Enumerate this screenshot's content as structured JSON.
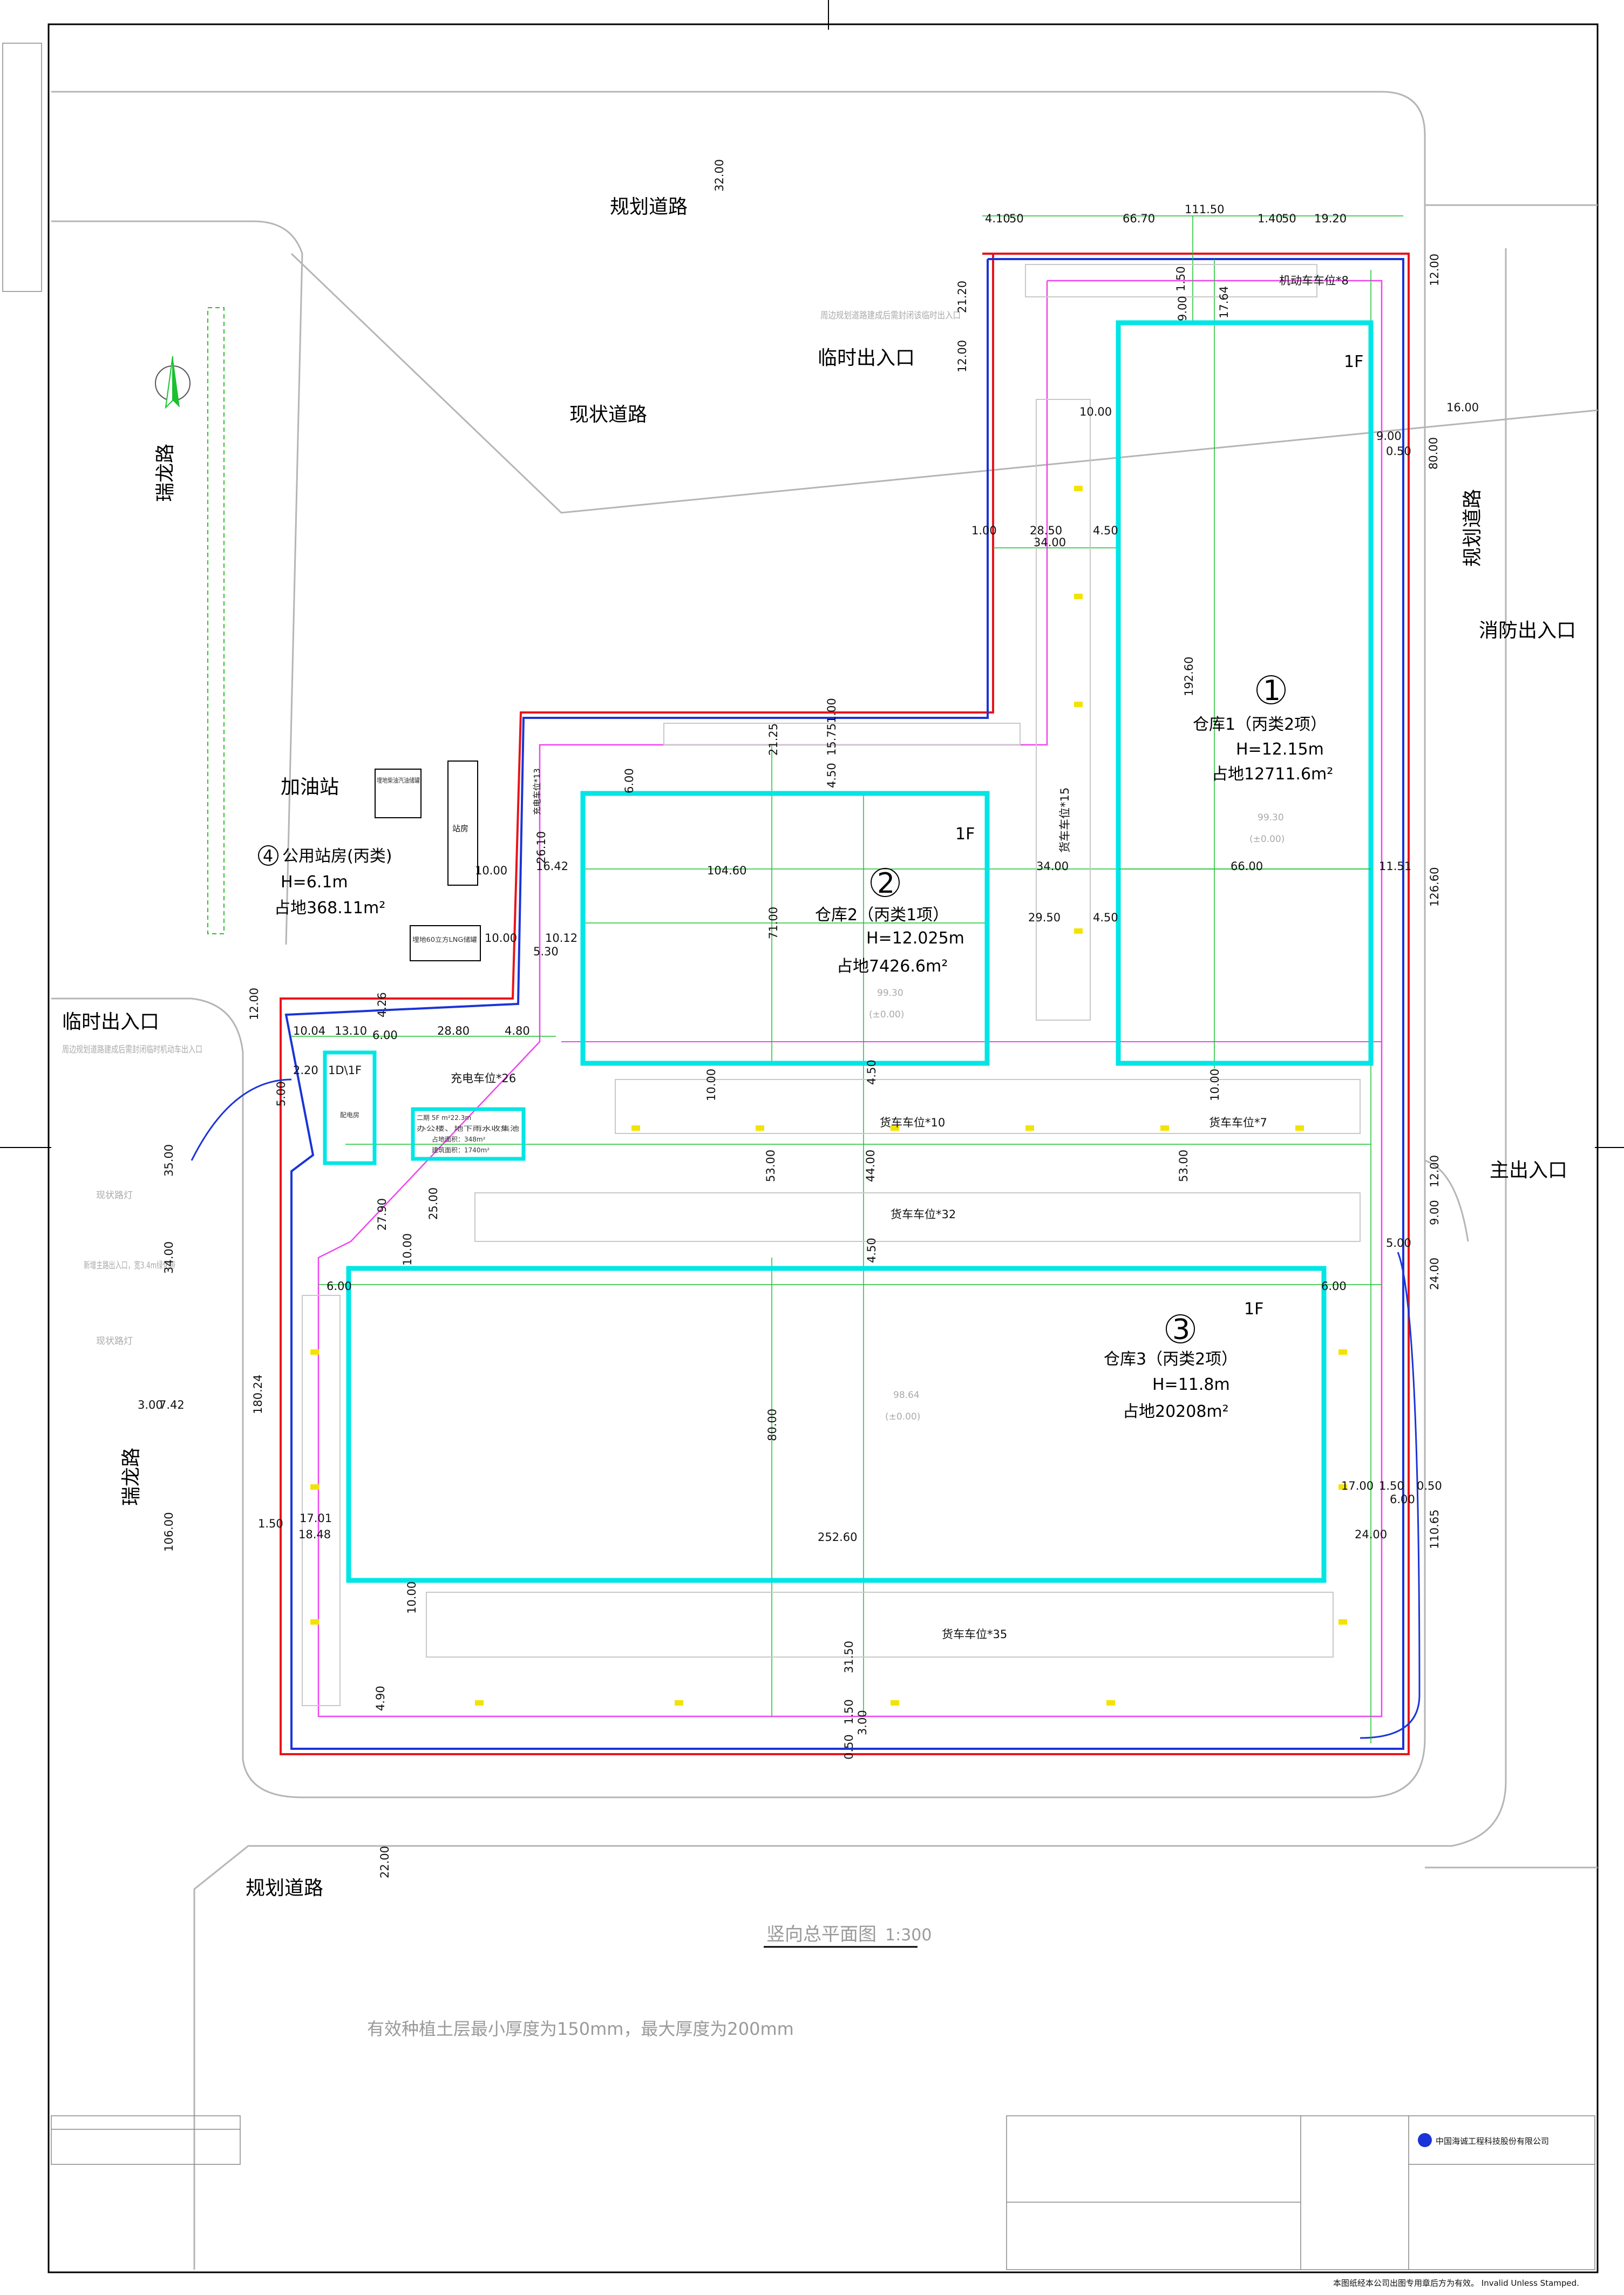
{
  "colors": {
    "building": "#00e5e5",
    "boundary_red": "#e8141b",
    "blue_line": "#1a34d8",
    "pink_line": "#ee44ee",
    "green_dim": "#19c12e",
    "parking": "#c8c8c8",
    "road": "#b5b5b5",
    "marker": "#f3e300"
  },
  "roads": {
    "planned_top": "规划道路",
    "existing": "现状道路",
    "ruilong_upper": "瑞龙路",
    "ruilong_lower": "瑞龙路",
    "planned_right": "规划道路",
    "planned_bottom": "规划道路"
  },
  "entrances": {
    "temp_top": "临时出入口",
    "temp_left": "临时出入口",
    "fire": "消防出入口",
    "main": "主出入口"
  },
  "site_labels": {
    "gas_station": "加油站",
    "station_house": "站房",
    "tank_box_1": "埋地柴油汽油储罐",
    "tank_box_2": "埋地60立方LNG储罐",
    "annex_label": "1D\\1F",
    "annex_sub": "配电房",
    "office_box_title": "二期 5F m²22.3m",
    "office_box_l1": "办公楼、地下雨水收集池",
    "office_box_l2": "占地面积：348m²",
    "office_box_l3": "建筑面积：1740m²",
    "temp_road_note": "周边规划道路建成后需封闭该临时出入口",
    "temp_left_note": "周边规划道路建成后需封闭临时机动车出入口",
    "existing_light_1": "现状路灯",
    "existing_light_2": "现状路灯",
    "new_entrance_note": "新增主路出入口，宽3.4m绿化带"
  },
  "buildings": [
    {
      "num": "1",
      "floor": "1F",
      "name": "仓库1（丙类2项）",
      "height": "H=12.15m",
      "area": "占地12711.6m²",
      "elev": "99.30",
      "elev2": "(±0.00)"
    },
    {
      "num": "2",
      "floor": "1F",
      "name": "仓库2（丙类1项）",
      "height": "H=12.025m",
      "area": "占地7426.6m²",
      "elev": "99.30",
      "elev2": "(±0.00)"
    },
    {
      "num": "3",
      "floor": "1F",
      "name": "仓库3（丙类2项）",
      "height": "H=11.8m",
      "area": "占地20208m²",
      "elev": "98.64",
      "elev2": "(±0.00)"
    },
    {
      "num": "4",
      "name": "公用站房(丙类)",
      "height": "H=6.1m",
      "area": "占地368.11m²"
    }
  ],
  "parking": {
    "motor": "机动车车位*8",
    "truck_15": "货车车位*15",
    "charge_13": "充电车位*13",
    "charge_26": "充电车位*26",
    "truck_10": "货车车位*10",
    "truck_7": "货车车位*7",
    "truck_32": "货车车位*32",
    "truck_35": "货车车位*35"
  },
  "dimensions": {
    "d_32": "32.00",
    "d_4_10": "4.10",
    "d_50a": "50",
    "d_66_70": "66.70",
    "d_111_50": "111.50",
    "d_1_40": "1.40",
    "d_50b": "50",
    "d_19_20": "19.20",
    "d_12_00a": "12.00",
    "d_16_00": "16.00",
    "d_21_20": "21.20",
    "d_12_00b": "12.00",
    "d_1_50": "1.50",
    "d_9_00a": "9.00",
    "d_17_64": "17.64",
    "d_10_00a": "10.00",
    "d_9_00b": "9.00",
    "d_0_50a": "0.50",
    "d_80_00": "80.00",
    "d_1_00": "1.00",
    "d_28_50": "28.50",
    "d_4_50a": "4.50",
    "d_34_00a": "34.00",
    "d_192_60": "192.60",
    "d_21_25": "21.25",
    "d_15_75": "15.75",
    "d_1_00b": "1.00",
    "d_6_00a": "6.00",
    "d_4_50b": "4.50",
    "d_104_60": "104.60",
    "d_34_00b": "34.00",
    "d_66_00": "66.00",
    "d_11_51": "11.51",
    "d_126_60": "126.60",
    "d_26_10": "26.10",
    "d_10_00b": "10.00",
    "d_16_42": "16.42",
    "d_71_00": "71.00",
    "d_29_50": "29.50",
    "d_4_50c": "4.50",
    "d_10_00c": "10.00",
    "d_10_12": "10.12",
    "d_5_30": "5.30",
    "d_12_00c": "12.00",
    "d_10_04": "10.04",
    "d_13_10": "13.10",
    "d_6_00b": "6.00",
    "d_4_26": "4.26",
    "d_28_80": "28.80",
    "d_4_80": "4.80",
    "d_2_20": "2.20",
    "d_5_00": "5.00",
    "d_10_00d": "10.00",
    "d_4_50d": "4.50",
    "d_10_00e": "10.00",
    "d_53_00a": "53.00",
    "d_44_00": "44.00",
    "d_53_00b": "53.00",
    "d_27_90": "27.90",
    "d_25_00": "25.00",
    "d_10_00f": "10.00",
    "d_4_50e": "4.50",
    "d_9_00c": "9.00",
    "d_12_00d": "12.00",
    "d_5_00b": "5.00",
    "d_6_00c": "6.00",
    "d_6_00d": "6.00",
    "d_24_00a": "24.00",
    "d_35_00": "35.00",
    "d_34_00c": "34.00",
    "d_180_24": "180.24",
    "d_3_00": "3.00",
    "d_7_42": "7.42",
    "d_80_00b": "80.00",
    "d_252_60": "252.60",
    "d_17_00": "17.00",
    "d_1_50b": "1.50",
    "d_0_50b": "0.50",
    "d_6_00e": "6.00",
    "d_24_00b": "24.00",
    "d_110_65": "110.65",
    "d_17_01": "17.01",
    "d_18_48": "18.48",
    "d_1_50c": "1.50",
    "d_106_00": "106.00",
    "d_10_00g": "10.00",
    "d_31_50": "31.50",
    "d_4_90": "4.90",
    "d_1_50d": "1.50",
    "d_0_50c": "0.50",
    "d_3_00b": "3.00",
    "d_22_00": "22.00"
  },
  "drawing": {
    "title": "竖向总平面图",
    "scale": "1:300",
    "note": "有效种植土层最小厚度为150mm，最大厚度为200mm"
  },
  "title_block": {
    "company": "中国海诚工程科技股份有限公司",
    "disclaimer": "本图纸经本公司出图专用章后方为有效。 Invalid Unless Stamped."
  }
}
